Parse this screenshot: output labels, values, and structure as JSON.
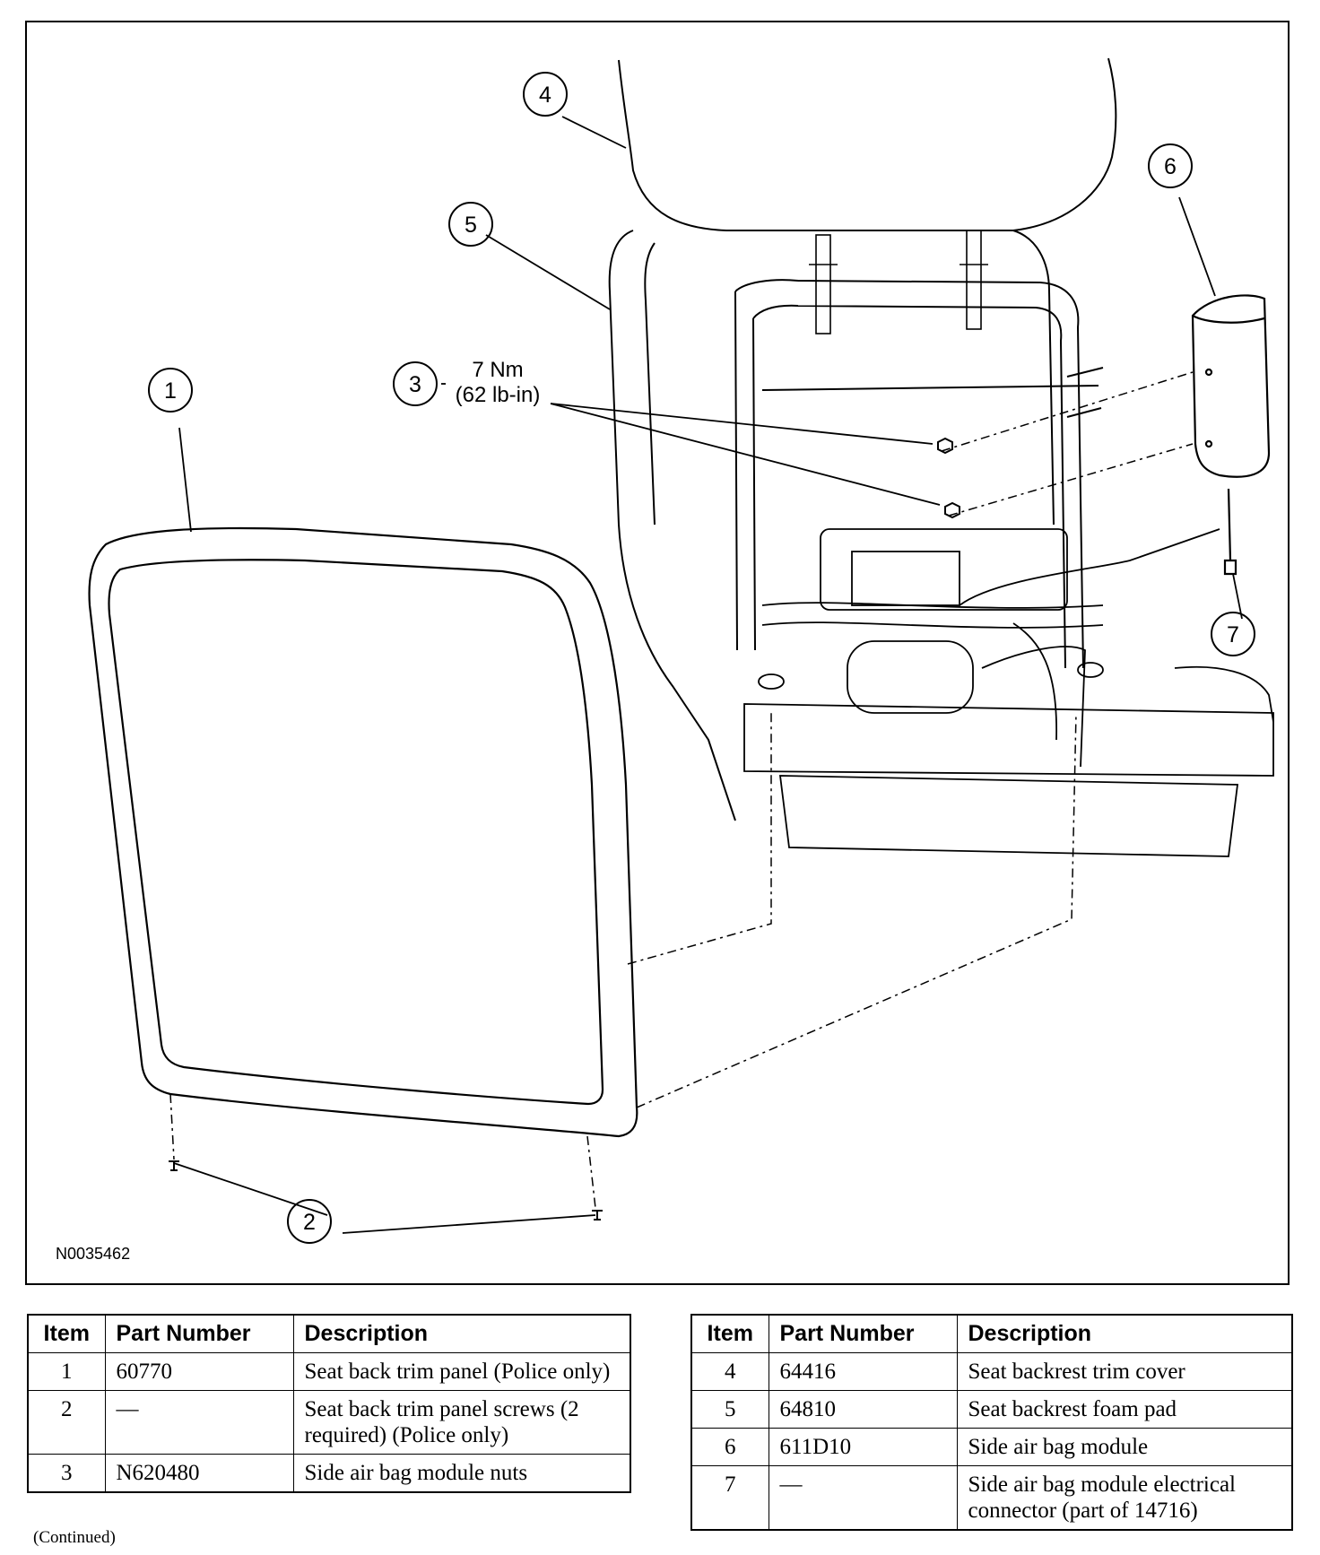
{
  "figure": {
    "figure_id": "N0035462",
    "callouts": [
      "1",
      "2",
      "3",
      "4",
      "5",
      "6",
      "7"
    ],
    "torque_line1": "7 Nm",
    "torque_line2": "(62 lb-in)"
  },
  "tables": {
    "headers": {
      "item": "Item",
      "part_number": "Part Number",
      "description": "Description"
    },
    "left_rows": [
      {
        "item": "1",
        "part_number": "60770",
        "description": "Seat back trim panel (Police only)"
      },
      {
        "item": "2",
        "part_number": "—",
        "description": "Seat back trim panel screws (2 required) (Police only)"
      },
      {
        "item": "3",
        "part_number": "N620480",
        "description": "Side air bag module nuts"
      }
    ],
    "right_rows": [
      {
        "item": "4",
        "part_number": "64416",
        "description": "Seat backrest trim cover"
      },
      {
        "item": "5",
        "part_number": "64810",
        "description": "Seat backrest foam pad"
      },
      {
        "item": "6",
        "part_number": "611D10",
        "description": "Side air bag module"
      },
      {
        "item": "7",
        "part_number": "—",
        "description": "Side air bag module electrical connector (part of 14716)"
      }
    ]
  },
  "footer": {
    "continued": "(Continued)"
  }
}
